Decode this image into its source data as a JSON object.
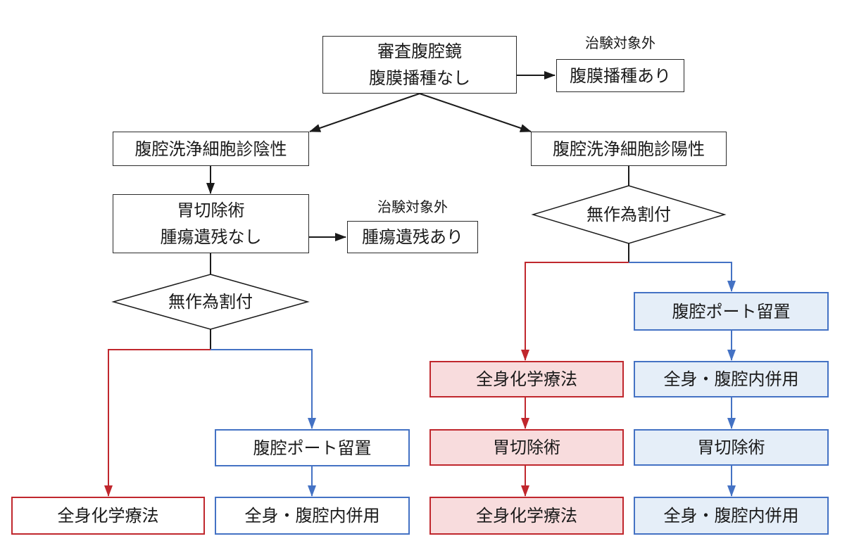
{
  "nodes": {
    "staging": {
      "line1": "審査腹腔鏡",
      "line2": "腹膜播種なし"
    },
    "excluded_label_top": "治験対象外",
    "peritoneal_positive_excluded": "腹膜播種あり",
    "cytology_negative": "腹腔洗浄細胞診陰性",
    "cytology_positive": "腹腔洗浄細胞診陽性",
    "gastrectomy_left": {
      "line1": "胃切除術",
      "line2": "腫瘍遺残なし"
    },
    "excluded_label_mid": "治験対象外",
    "residual_excluded": "腫瘍遺残あり",
    "randomize_left": "無作為割付",
    "randomize_right": "無作為割付",
    "left_red_chemo": "全身化学療法",
    "left_blue_port": "腹腔ポート留置",
    "left_blue_combined": "全身・腹腔内併用",
    "right_red_chemo1": "全身化学療法",
    "right_red_surgery": "胃切除術",
    "right_red_chemo2": "全身化学療法",
    "right_blue_port": "腹腔ポート留置",
    "right_blue_combined1": "全身・腹腔内併用",
    "right_blue_surgery": "胃切除術",
    "right_blue_combined2": "全身・腹腔内併用"
  },
  "colors": {
    "line": "#1a1a1a",
    "red_arm": "#c0272d",
    "blue_arm": "#4472c4",
    "red_fill": "#f8dcdd",
    "blue_fill": "#e5eef8"
  }
}
